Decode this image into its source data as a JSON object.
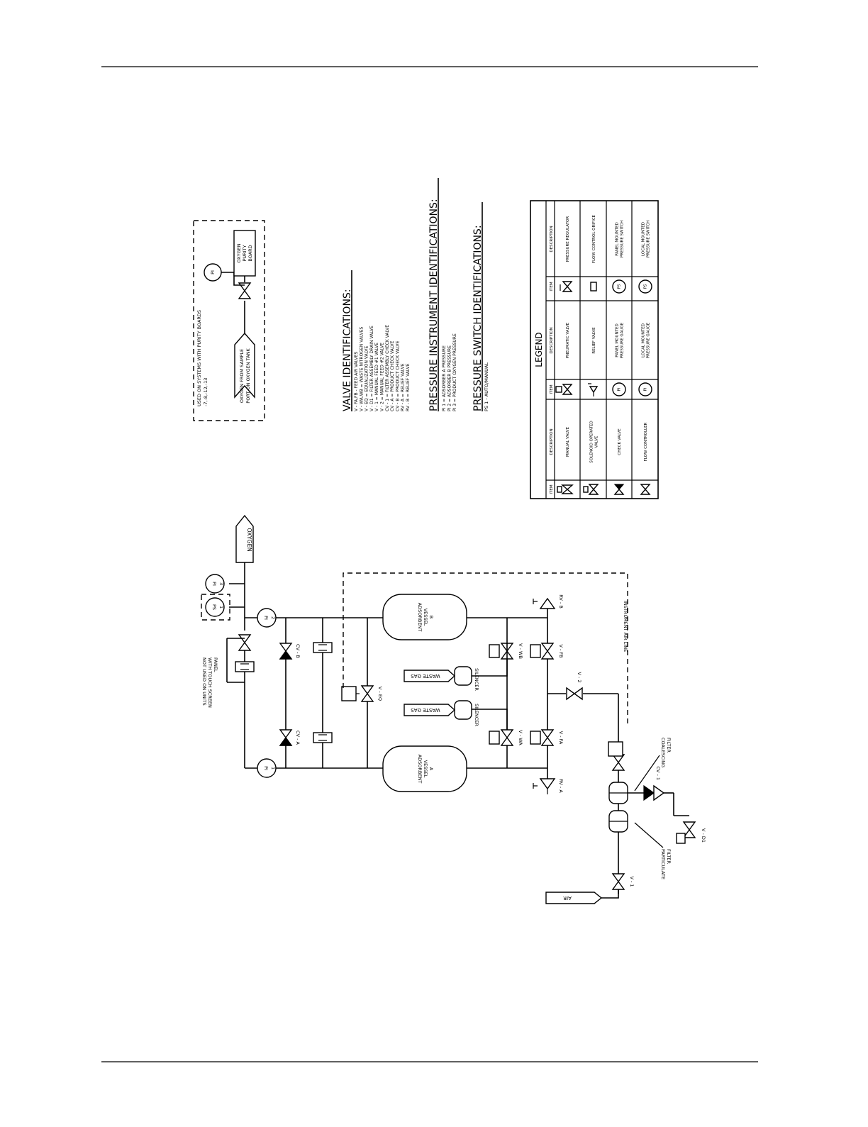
{
  "diagram": {
    "lines": {
      "oxygen": "OXYGEN",
      "air": "AIR",
      "waste_gas": "WASTE GAS"
    },
    "vessels": {
      "a": [
        "ADSORBENT",
        "VESSEL",
        "A"
      ],
      "b": [
        "ADSORBENT",
        "VESSEL",
        "B"
      ]
    },
    "silencer": "SILENCER",
    "valves": {
      "cv_a": "CV - A",
      "cv_b": "CV - B",
      "v_eq": "V - EQ",
      "v_wa": "V - WA",
      "v_wb": "V - WB",
      "v_fa": "V - FA",
      "v_fb": "V - FB",
      "rv_a": "RV - A",
      "rv_b": "RV - B",
      "v_1": "V - 1",
      "v_2": "V - 2",
      "cv_1": "CV - 1",
      "v_d1": "V - D1"
    },
    "instruments": {
      "pi1": [
        "PI",
        "1"
      ],
      "pi2": [
        "PI",
        "2"
      ],
      "pi3": [
        "PI",
        "3"
      ],
      "ps1": [
        "PS",
        "1"
      ],
      "pi": "PI"
    },
    "notes": {
      "not_used": [
        "NOT USED ON UNITS",
        "WITH TOUCH SCREEN",
        "PANEL"
      ],
      "instrument_air_line": "INSTRUMENT AIR LINE",
      "coalescing_filter": [
        "COALESCING",
        "FILTER"
      ],
      "particulate_filter": [
        "PARTICULATE",
        "FILTER"
      ]
    },
    "purity_box": {
      "note": [
        "USED ON SYSTEMS WITH PURITY BOARDS",
        "-7,-8,-12,-13"
      ],
      "oxygen_from_sample": [
        "OXYGEN FROM SAMPLE",
        "PORT ON OXYGEN TANK"
      ],
      "board": [
        "OXYGEN",
        "PURITY",
        "BOARD"
      ]
    }
  },
  "valve_ids": {
    "title": "VALVE IDENTIFICATIONS:",
    "items": [
      "V   - FA,FB   - FEED AIR VALVES",
      "V   - WA,WB  = WASTE NITROGEN VALVES",
      "V   - EQ       = EQUALIZATION VALVE",
      "V   - D1       = FILTER ASSEMBLY DRAIN VALVE",
      "V   - 1         = MANUAL FEED #1 VALVE",
      "V   - 2         = MANUAL FEED #2 VALVE",
      "CV  - 1         = FILTER ASSEMBLY CHECK VALVE",
      "CV  - A         = PRODUCT CHECK VALVE",
      "CV  - B         = PRODUCT CHECK VALVE",
      "RV  - A         = RELIEF VALVE",
      "RV  - B         = RELIEF VALVE"
    ]
  },
  "pressure_ids": {
    "title": "PRESSURE INSTRUMENT IDENTIFICATIONS:",
    "items": [
      "PI 1  = ADSORBER A PRESSURE",
      "PI 2  = ADSORBER B PRESSURE",
      "PI 3  = PRODUCT OXYGEN PRESSURE"
    ]
  },
  "switch_ids": {
    "title": "PRESSURE SWITCH IDENTIFICATIONS:",
    "items": [
      "PS 1 - AUTO/MANUAL"
    ]
  },
  "legend": {
    "title": "LEGEND",
    "headers": [
      "ITEM",
      "DESCRIPTION",
      "ITEM",
      "DESCRIPTION",
      "ITEM",
      "DESCRIPTION"
    ],
    "rows": [
      [
        [
          "MANUAL VALVE"
        ],
        [
          "PNEUMATIC VALVE"
        ],
        [
          "PRESSURE REGULATOR"
        ]
      ],
      [
        [
          "SOLENOID OPERATED",
          "VALVE"
        ],
        [
          "RELIEF VALVE"
        ],
        [
          "FLOW CONTROL ORIFICE"
        ]
      ],
      [
        [
          "CHECK VALVE"
        ],
        [
          "PANEL MOUNTED",
          "PRESSURE GAUGE"
        ],
        [
          "PANEL MOUNTED",
          "PRESSURE SWITCH"
        ]
      ],
      [
        [
          "FLOW CONTROLLER"
        ],
        [
          "LOCAL MOUNTED",
          "PRESSURE GAUGE"
        ],
        [
          "LOCAL MOUNTED",
          "PRESSURE SWITCH"
        ]
      ]
    ],
    "symbols": {
      "pi": "PI",
      "ps": "PS"
    }
  }
}
